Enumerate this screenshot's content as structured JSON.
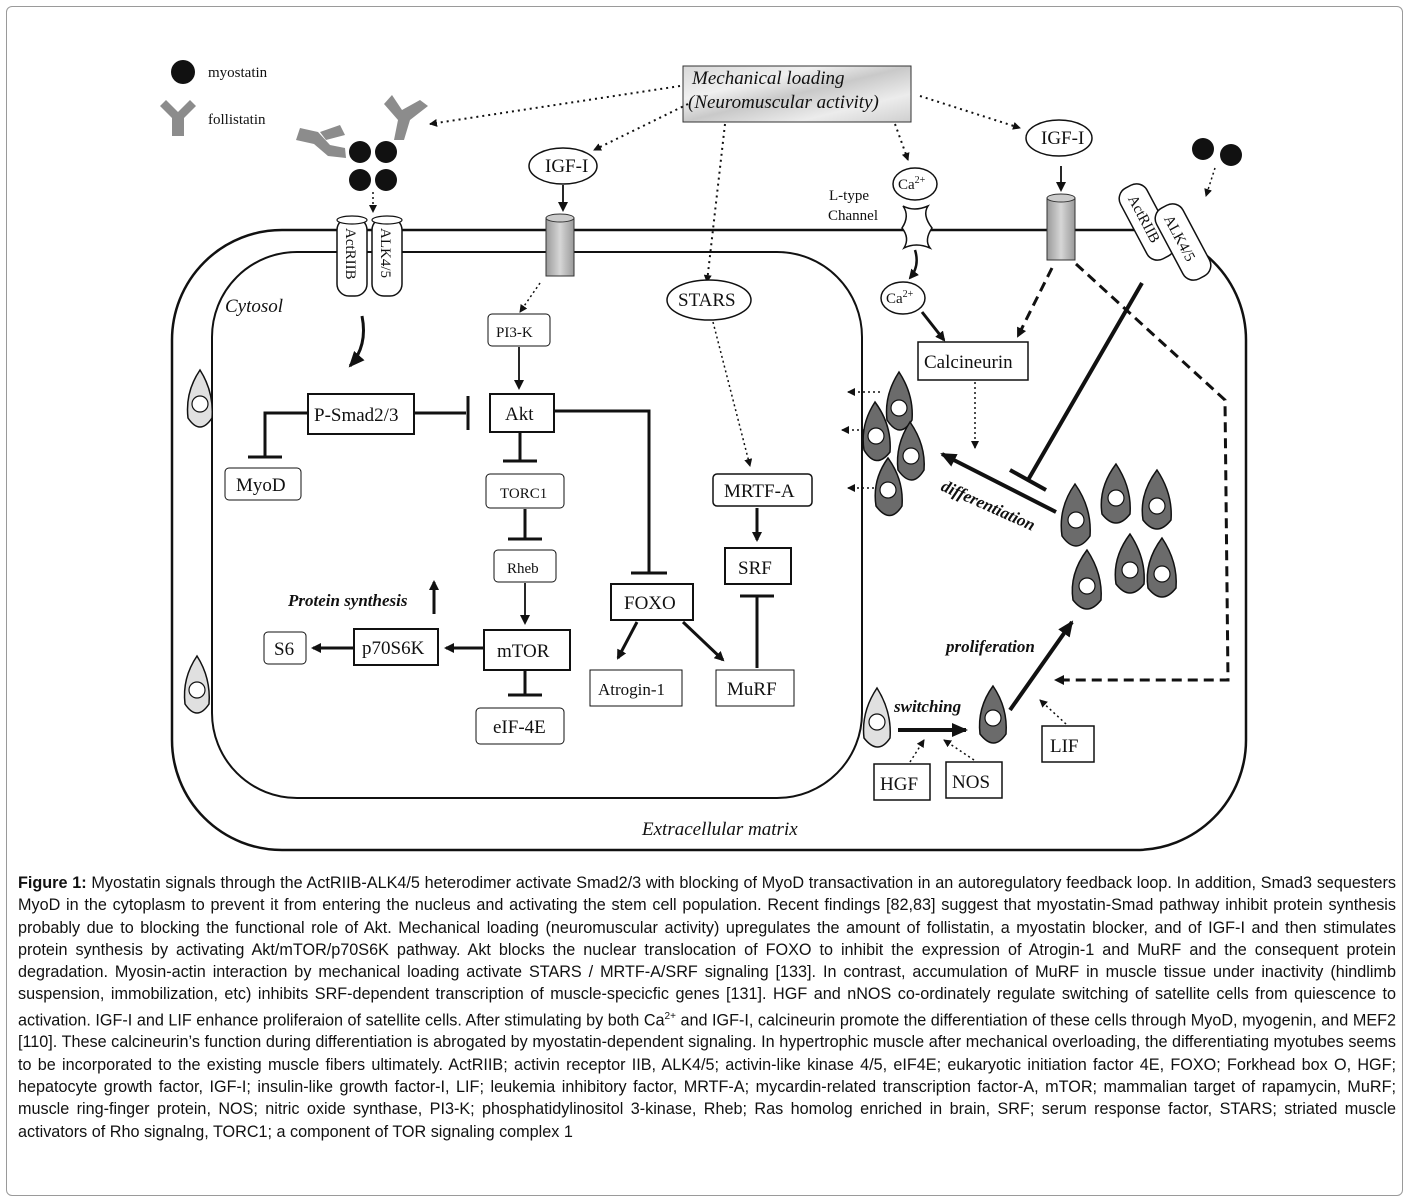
{
  "diagram": {
    "legend": {
      "myostatin": "myostatin",
      "follistatin": "follistatin"
    },
    "mechanical_loading": {
      "line1": "Mechanical loading",
      "line2": "(Neuromuscular activity)"
    },
    "cytosol": "Cytosol",
    "extracellular_matrix": "Extracellular matrix",
    "receptors": {
      "actriib": "ActRIIB",
      "alk": "ALK4/5"
    },
    "igf_left": "IGF-I",
    "igf_right": "IGF-I",
    "ltype_line1": "L-type",
    "ltype_line2": "Channel",
    "ca": "Ca",
    "ca_sup": "2+",
    "stars": "STARS",
    "pi3k": "PI3-K",
    "akt": "Akt",
    "psmad": "P-Smad2/3",
    "myod": "MyoD",
    "torc1": "TORC1",
    "rheb": "Rheb",
    "mtor": "mTOR",
    "p70s6k": "p70S6K",
    "s6": "S6",
    "eif4e": "eIF-4E",
    "protein_synthesis": "Protein synthesis",
    "foxo": "FOXO",
    "atrogin": "Atrogin-1",
    "murf": "MuRF",
    "mrtfa": "MRTF-A",
    "srf": "SRF",
    "calcineurin": "Calcineurin",
    "differentiation": "differentiation",
    "proliferation": "proliferation",
    "switching": "switching",
    "hgf": "HGF",
    "nos": "NOS",
    "lif": "LIF"
  },
  "caption": {
    "label": "Figure 1:",
    "text": " Myostatin signals through the ActRIIB-ALK4/5 heterodimer activate Smad2/3 with blocking of MyoD transactivation in an autoregulatory feedback loop. In addition, Smad3 sequesters MyoD in the cytoplasm to prevent it from entering the nucleus and activating the stem cell population. Recent findings [82,83] suggest that myostatin-Smad pathway inhibit protein synthesis probably due to blocking the functional role of Akt. Mechanical loading (neuromuscular activity) upregulates the amount of follistatin, a myostatin blocker, and of IGF-I and then stimulates protein synthesis by activating Akt/mTOR/p70S6K pathway. Akt blocks the nuclear translocation of FOXO to inhibit the expression of Atrogin-1 and MuRF and the consequent protein degradation. Myosin-actin interaction by mechanical loading activate STARS / MRTF-A/SRF signaling [133]. In contrast, accumulation of MuRF in muscle tissue under inactivity (hindlimb suspension, immobilization, etc) inhibits SRF-dependent transcription of muscle-specicfic genes [131]. HGF and nNOS co-ordinately regulate switching of satellite cells from quiescence to activation. IGF-I and LIF enhance proliferaion of satellite cells. After stimulating by both Ca",
    "sup": "2+",
    "text2": " and IGF-I, calcineurin promote the differentiation of these cells through MyoD, myogenin, and MEF2 [110]. These calcineurin’s function during differentiation is abrogated by myostatin-dependent signaling. In hypertrophic muscle after mechanical overloading, the differentiating myotubes seems to be incorporated to the existing muscle fibers ultimately. ActRIIB; activin receptor IIB, ALK4/5; activin-like kinase 4/5, eIF4E; eukaryotic initiation factor 4E, FOXO; Forkhead box O, HGF; hepatocyte growth factor, IGF-I; insulin-like growth factor-I, LIF; leukemia inhibitory factor, MRTF-A; mycardin-related transcription factor-A, mTOR; mammalian target of rapamycin, MuRF; muscle ring-finger protein, NOS; nitric oxide synthase, PI3-K; phosphatidylinositol 3-kinase, Rheb; Ras homolog enriched in brain, SRF; serum response factor, STARS; striated muscle activators of Rho signalng, TORC1; a component of TOR signaling complex 1"
  }
}
